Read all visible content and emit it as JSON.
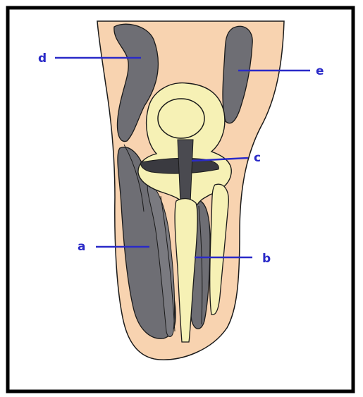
{
  "diagram": {
    "labels": {
      "a": "a",
      "b": "b",
      "c": "c",
      "d": "d",
      "e": "e"
    },
    "colors": {
      "skin": "#F8D3B0",
      "muscle": "#6E6E74",
      "bone": "#F6F1B5",
      "outline": "#1A1A1A",
      "label": "#2A2AC8",
      "frame": "#000000"
    }
  }
}
